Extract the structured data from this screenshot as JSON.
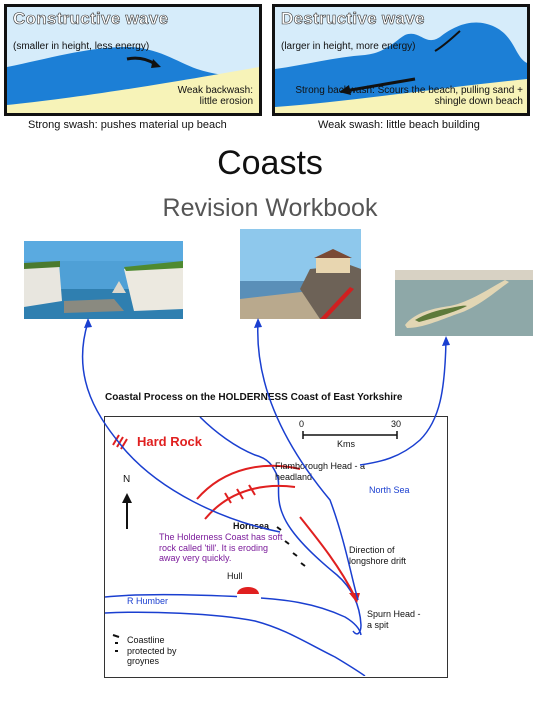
{
  "constructive": {
    "title": "Constructive wave",
    "subtitle": "(smaller in height, less energy)",
    "backwash": "Weak backwash: little erosion",
    "swash": "Strong swash: pushes material up beach"
  },
  "destructive": {
    "title": "Destructive wave",
    "subtitle": "(larger in height, more energy)",
    "backwash": "Strong backwash: Scours the beach, pulling sand + shingle down beach",
    "swash": "Weak swash: little beach building"
  },
  "page": {
    "title": "Coasts",
    "subtitle": "Revision Workbook"
  },
  "map": {
    "heading": "Coastal Process on the HOLDERNESS Coast of East Yorkshire",
    "hard_rock": "Hard Rock",
    "scale_start": "0",
    "scale_end": "30",
    "scale_unit": "Kms",
    "north": "N",
    "flamborough": "Flamborough Head - a headland",
    "north_sea": "North Sea",
    "hornsea": "Hornsea",
    "holderness_note": "The Holderness Coast has soft rock called 'till'. It is eroding away very quickly.",
    "hull": "Hull",
    "longshore": "Direction of longshore drift",
    "humber": "R Humber",
    "spurn": "Spurn Head - a spit",
    "legend": "Coastline protected by groynes",
    "colors": {
      "coast": "#1a3fd0",
      "rock": "#e02020",
      "note": "#7a1a9a",
      "sea_label": "#1a3fd0"
    }
  },
  "icons": [
    "curved-arrow-icon",
    "north-arrow-icon",
    "groyne-icon"
  ]
}
